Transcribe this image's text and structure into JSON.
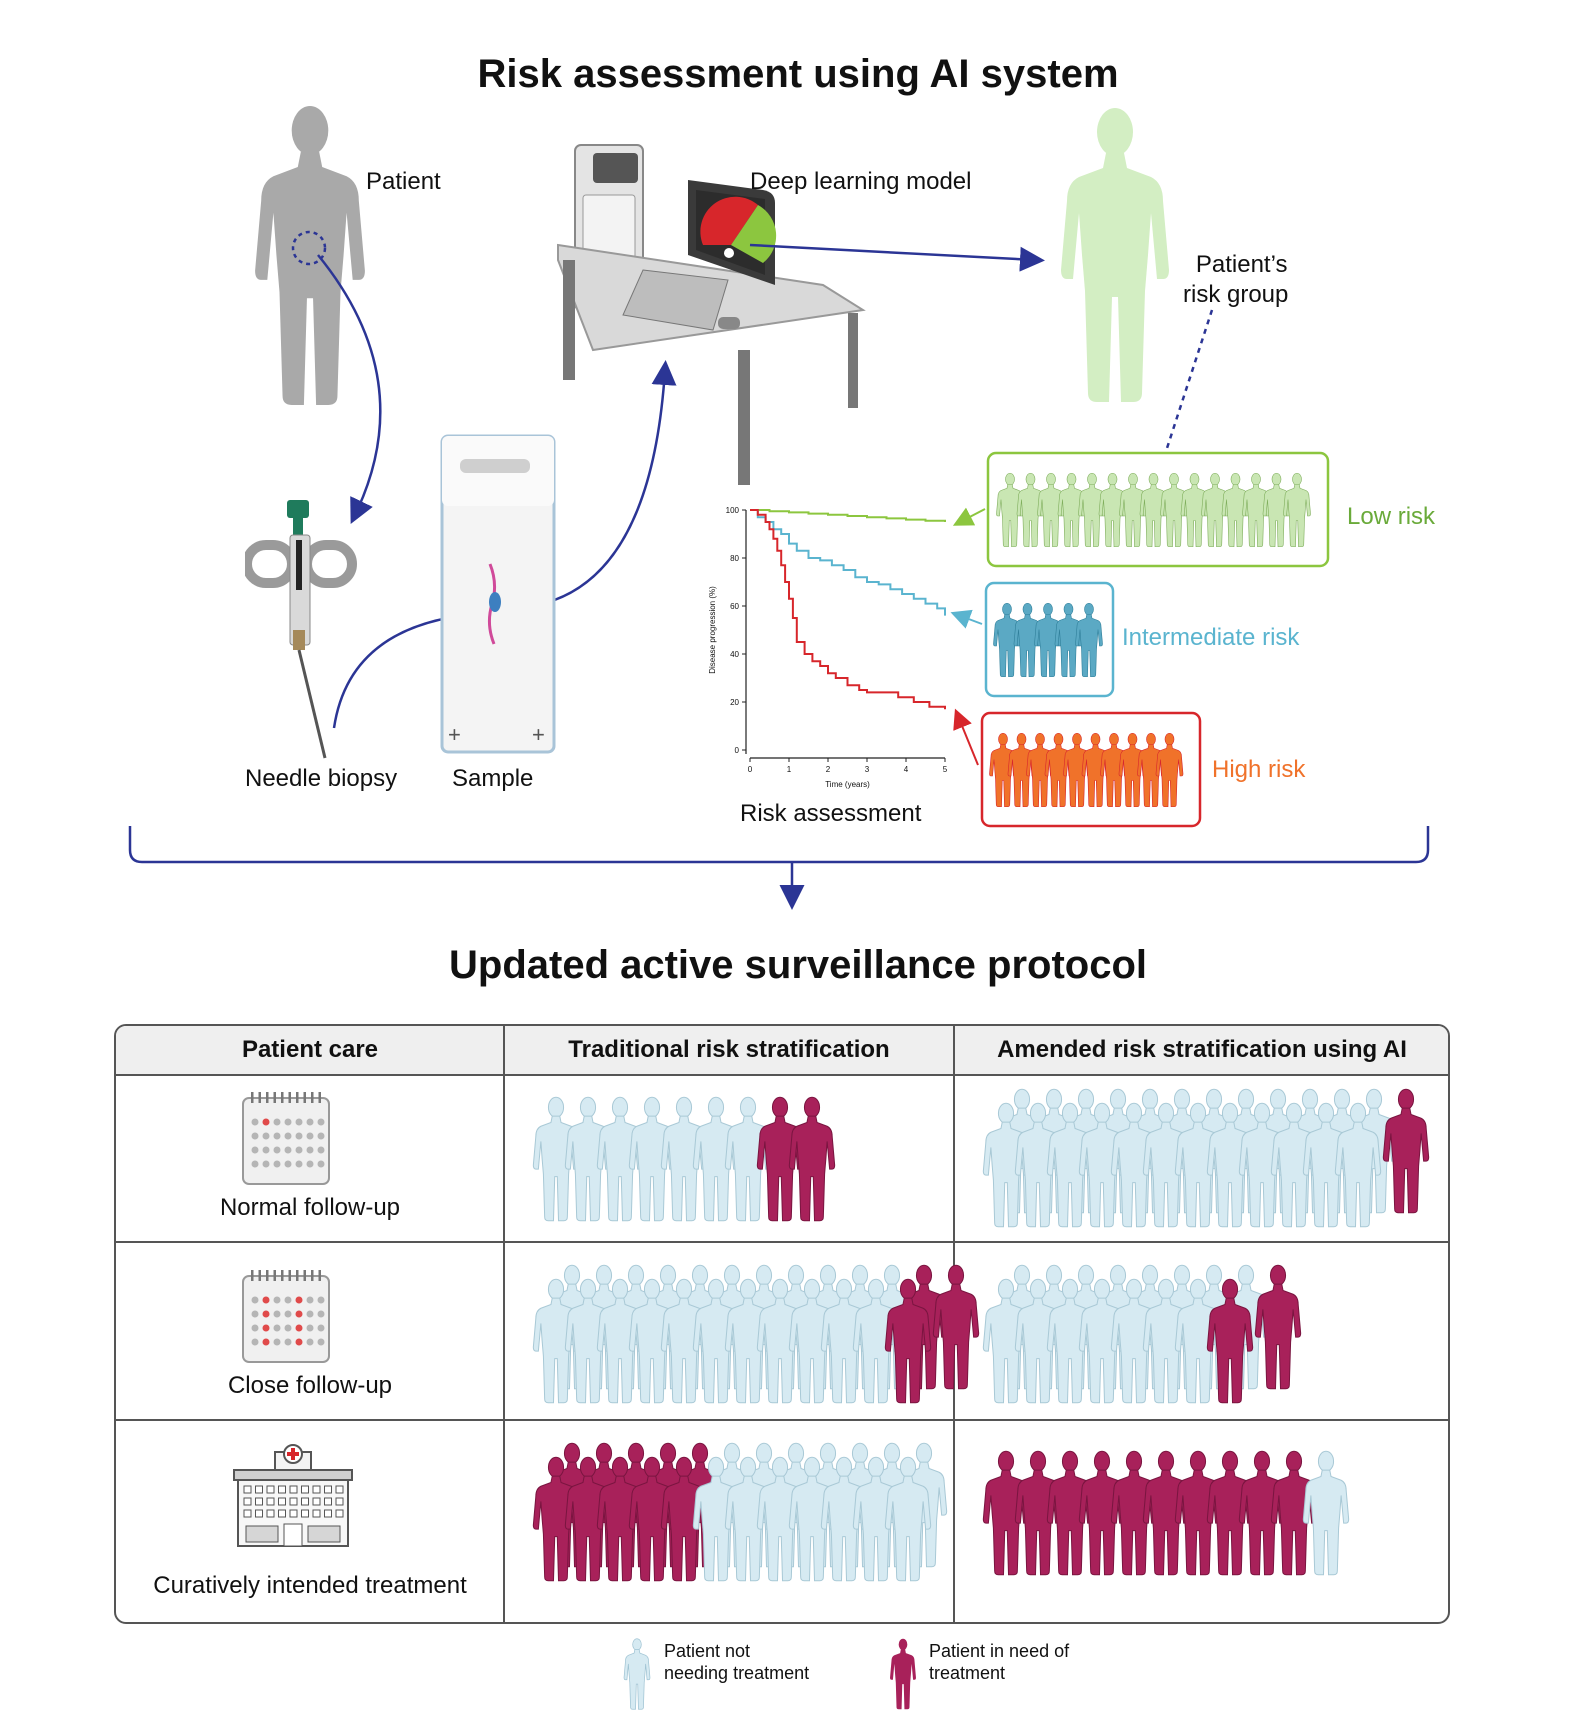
{
  "top": {
    "title": "Risk assessment using AI system",
    "patient_label": "Patient",
    "model_label": "Deep learning model",
    "risk_group_label_1": "Patient’s",
    "risk_group_label_2": "risk group",
    "needle_label": "Needle biopsy",
    "sample_label": "Sample",
    "risk_assessment_label": "Risk assessment",
    "risk_levels": [
      {
        "label": "Low risk",
        "color": "#6aaa3a"
      },
      {
        "label": "Intermediate risk",
        "color": "#5ab4cf"
      },
      {
        "label": "High risk",
        "color": "#f0722a"
      }
    ]
  },
  "chart_data": {
    "type": "line",
    "xlabel": "Time (years)",
    "ylabel": "Disease progression (%)",
    "xlim": [
      0,
      5
    ],
    "ylim": [
      0,
      100
    ],
    "x_ticks": [
      "0",
      "1",
      "2",
      "3",
      "4",
      "5"
    ],
    "y_ticks": [
      "0",
      "20",
      "40",
      "60",
      "80",
      "100"
    ],
    "series": [
      {
        "color": "#8cc63f",
        "x": [
          0,
          0.5,
          1,
          1.5,
          2,
          2.5,
          3,
          3.5,
          4,
          4.5,
          5
        ],
        "y": [
          100,
          99.5,
          99,
          98.5,
          98,
          97.5,
          97,
          96.5,
          96,
          95.5,
          95
        ]
      },
      {
        "color": "#5ab4cf",
        "x": [
          0,
          0.2,
          0.4,
          0.6,
          0.8,
          1.0,
          1.2,
          1.5,
          1.8,
          2.1,
          2.4,
          2.7,
          3.0,
          3.3,
          3.6,
          3.9,
          4.2,
          4.5,
          4.8,
          5.0
        ],
        "y": [
          100,
          97,
          95,
          92,
          90,
          86,
          83,
          80,
          79,
          77,
          75,
          72,
          70,
          69,
          67,
          65,
          63,
          61,
          59,
          56
        ]
      },
      {
        "color": "#d7262b",
        "x": [
          0,
          0.2,
          0.4,
          0.5,
          0.6,
          0.7,
          0.8,
          0.9,
          1.0,
          1.1,
          1.2,
          1.4,
          1.6,
          1.8,
          2.0,
          2.2,
          2.5,
          2.8,
          3.0,
          3.4,
          3.8,
          4.2,
          4.6,
          5.0
        ],
        "y": [
          100,
          98,
          95,
          92,
          88,
          83,
          77,
          70,
          63,
          55,
          45,
          40,
          37,
          35,
          32,
          30,
          27,
          25,
          24,
          24,
          22,
          20,
          18,
          17
        ]
      }
    ]
  },
  "bottom": {
    "title": "Updated active surveillance protocol",
    "headers": [
      "Patient care",
      "Traditional risk stratification",
      "Amended risk stratification using AI"
    ],
    "rows": [
      {
        "label": "Normal follow-up",
        "traditional": {
          "not_needing": 7,
          "needing": 2
        },
        "amended": {
          "not_needing": 24,
          "needing": 1
        }
      },
      {
        "label": "Close follow-up",
        "traditional": {
          "not_needing": 22,
          "needing": 3
        },
        "amended": {
          "not_needing": 15,
          "needing": 2
        }
      },
      {
        "label": "Curatively intended treatment",
        "traditional": {
          "needing": 10,
          "not_needing": 14
        },
        "amended": {
          "needing": 10,
          "not_needing": 1
        }
      }
    ]
  },
  "legend": {
    "not_needing_1": "Patient not",
    "not_needing_2": "needing treatment",
    "needing_1": "Patient in need of",
    "needing_2": "treatment",
    "not_needing_color": "#d6eaf2",
    "needing_color": "#a8215a"
  }
}
